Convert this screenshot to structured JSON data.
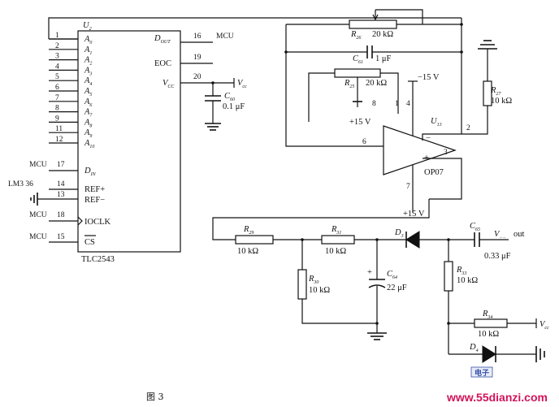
{
  "chip": {
    "ref": "U",
    "ref_sub": "2",
    "part": "TLC2543",
    "pins_left": [
      {
        "num": "1",
        "name": "A",
        "sub": "0"
      },
      {
        "num": "2",
        "name": "A",
        "sub": "1"
      },
      {
        "num": "3",
        "name": "A",
        "sub": "2"
      },
      {
        "num": "4",
        "name": "A",
        "sub": "3"
      },
      {
        "num": "5",
        "name": "A",
        "sub": "4"
      },
      {
        "num": "6",
        "name": "A",
        "sub": "5"
      },
      {
        "num": "7",
        "name": "A",
        "sub": "6"
      },
      {
        "num": "8",
        "name": "A",
        "sub": "7"
      },
      {
        "num": "9",
        "name": "A",
        "sub": "8"
      },
      {
        "num": "11",
        "name": "A",
        "sub": "9"
      },
      {
        "num": "12",
        "name": "A",
        "sub": "10"
      }
    ],
    "pin_cs": {
      "num": "17",
      "name": "D",
      "sub": "IN",
      "net": "MCU"
    },
    "pin_refp": {
      "num": "14",
      "name": "REF+",
      "net": "LM3 36"
    },
    "pin_refm": {
      "num": "13",
      "name": "REF−"
    },
    "pin_clk": {
      "num": "18",
      "name": "IOCLK",
      "net": "MCU"
    },
    "pin_csb": {
      "num": "15",
      "name": "CS",
      "net": "MCU"
    },
    "pin_dout": {
      "num": "16",
      "name": "D",
      "sub": "OUT",
      "net": "MCU"
    },
    "pin_eoc": {
      "num": "19",
      "name": "EOC"
    },
    "pin_vcc": {
      "num": "20",
      "name": "V",
      "sub": "CC",
      "net": "V",
      "net_sub": "cc"
    }
  },
  "components": {
    "r_top": {
      "ref": "R",
      "sub": "26",
      "value": "20 kΩ"
    },
    "c_fb": {
      "ref": "C",
      "sub": "61",
      "value": "1 μF"
    },
    "r_off": {
      "ref": "R",
      "sub": "25",
      "value": "20 kΩ"
    },
    "r_right": {
      "ref": "R",
      "sub": "27",
      "value": "10 kΩ"
    },
    "c_vcc": {
      "ref": "C",
      "sub": "60",
      "value": "0.1 μF"
    },
    "r_bl": {
      "ref": "R",
      "sub": "29",
      "value": "10 kΩ"
    },
    "r_mid": {
      "ref": "R",
      "sub": "31",
      "value": "10 kΩ"
    },
    "r_vert": {
      "ref": "R",
      "sub": "30",
      "value": "10 kΩ"
    },
    "c_filt": {
      "ref": "C",
      "sub": "64",
      "value": "22 μF",
      "polarity": "+"
    },
    "d_sig": {
      "ref": "D",
      "sub": "3"
    },
    "c_out": {
      "ref": "C",
      "sub": "65",
      "value": "0.33 μF"
    },
    "r_33": {
      "ref": "R",
      "sub": "33",
      "value": "10 kΩ"
    },
    "r_34": {
      "ref": "R",
      "sub": "34",
      "value": "10 kΩ"
    },
    "d_bot": {
      "ref": "D",
      "sub": "4"
    }
  },
  "opamp": {
    "ref": "U",
    "sub": "13",
    "part": "OP07",
    "pin2": "2",
    "pin3": "3",
    "pin6": "6",
    "pin7": "7",
    "pin4": "4",
    "pin1": "1",
    "pin8": "8",
    "minus": "−",
    "plus": "+",
    "supply_top": "−15 V",
    "supply_bot": "+15 V",
    "supply_8": "+15 V"
  },
  "labels": {
    "vin": "V",
    "vin_sub": "−−",
    "vin_out": "out",
    "vcc_br": "V",
    "vcc_br_sub": "cc",
    "caption": "图 3",
    "watermark": "www.55dianzi.com",
    "small_logo": "电子"
  }
}
